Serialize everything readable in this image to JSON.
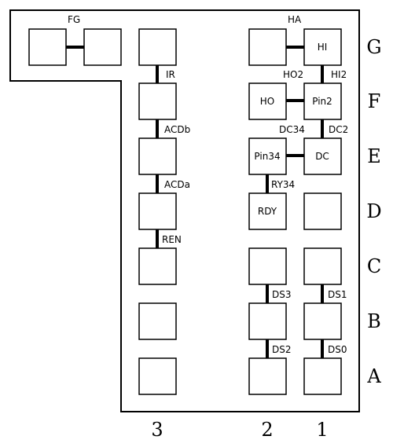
{
  "row_labels": [
    "G",
    "F",
    "E",
    "D",
    "C",
    "B",
    "A"
  ],
  "column_labels": [
    "3",
    "2",
    "1"
  ],
  "box_labels": {
    "g1": "HI",
    "f2": "HO",
    "f1": "Pin2",
    "e2": "Pin34",
    "e1": "DC",
    "d2": "RDY"
  },
  "link_labels": {
    "fg": "FG",
    "ha": "HA",
    "ho2": "HO2",
    "hi2": "HI2",
    "ir": "IR",
    "acdb": "ACDb",
    "dc34": "DC34",
    "dc2": "DC2",
    "acda": "ACDa",
    "ry34": "RY34",
    "ren": "REN",
    "ds3": "DS3",
    "ds1": "DS1",
    "ds2": "DS2",
    "ds0": "DS0"
  }
}
